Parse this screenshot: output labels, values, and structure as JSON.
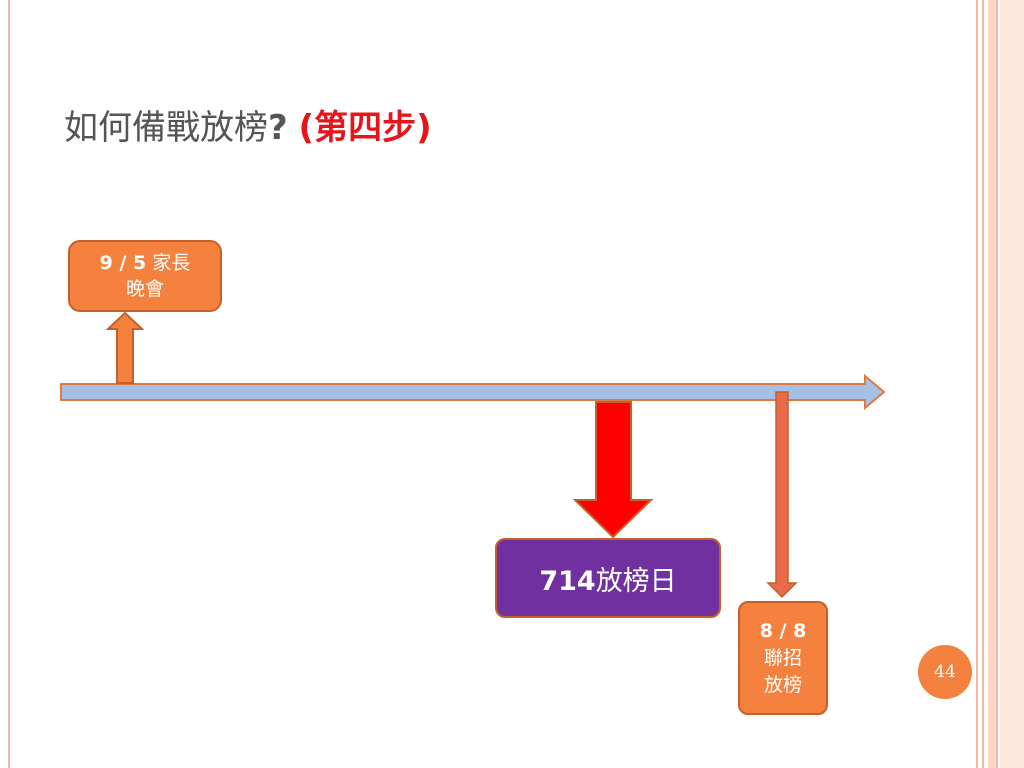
{
  "slide": {
    "title_main": "如何備戰放榜",
    "title_question": "?",
    "title_step": "(第四步)",
    "page_number": "44"
  },
  "timeline": {
    "events": [
      {
        "date": "9 / 5",
        "label_line1": "家長",
        "label_line2": "晚會"
      },
      {
        "date": "714",
        "label": "放榜日"
      },
      {
        "date": "8 / 8",
        "label_line1": "聯招",
        "label_line2": "放榜"
      }
    ]
  },
  "colors": {
    "timeline_fill": "#a6bfe4",
    "timeline_border": "#e07a3c",
    "event_orange": "#f5813f",
    "event_purple": "#7030a0",
    "arrow_red": "#ff0000",
    "arrow_salmon": "#ea6b4c",
    "title_gray": "#555555",
    "title_red": "#e8141b"
  }
}
